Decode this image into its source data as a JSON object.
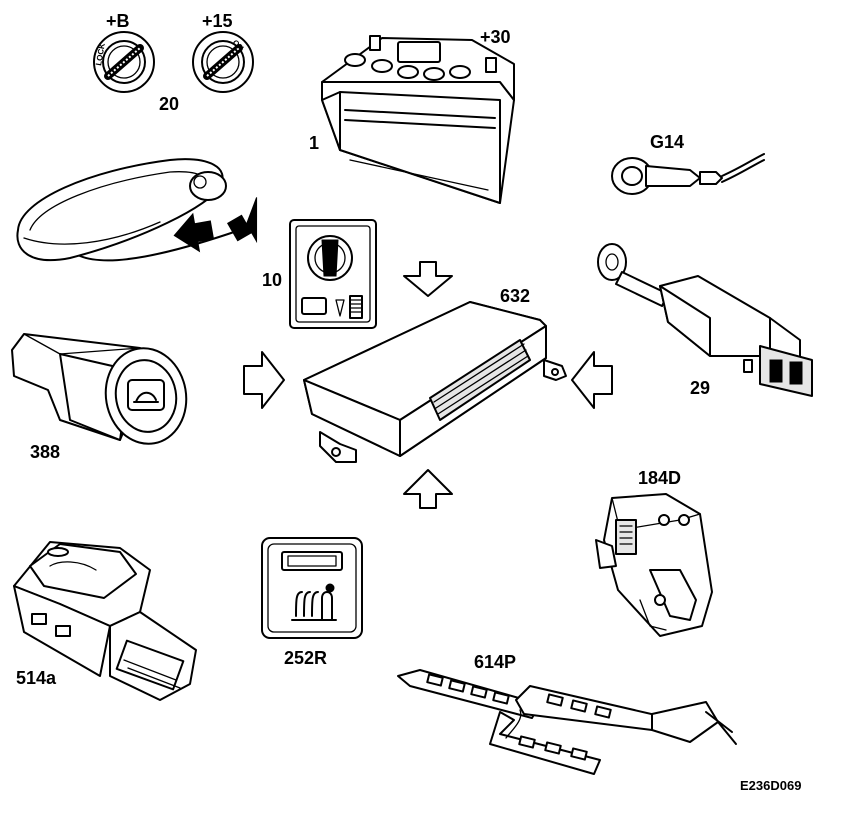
{
  "labels": {
    "terminal_b": "+B",
    "terminal_15": "+15",
    "terminal_30": "+30",
    "ignition_switch": "20",
    "battery": "1",
    "ground_point": "G14",
    "light_switch": "10",
    "control_module": "632",
    "brake_switch": "29",
    "lock_switch": "388",
    "door_lock": "184D",
    "seat_heater_switch": "252R",
    "window_switch": "514a",
    "seat_heater_element": "614P",
    "figure_code": "E236D069"
  },
  "lock_text": {
    "lock": "LOCK",
    "on": "ON"
  },
  "icons": [
    "ignition-lock-icon",
    "battery-icon",
    "ground-connector-icon",
    "key-fob-icon",
    "light-switch-icon",
    "control-module-icon",
    "brake-pedal-switch-icon",
    "trunk-lock-switch-icon",
    "door-lock-actuator-icon",
    "seat-heater-switch-icon",
    "window-switch-icon",
    "heater-element-icon",
    "arrow-icon"
  ]
}
